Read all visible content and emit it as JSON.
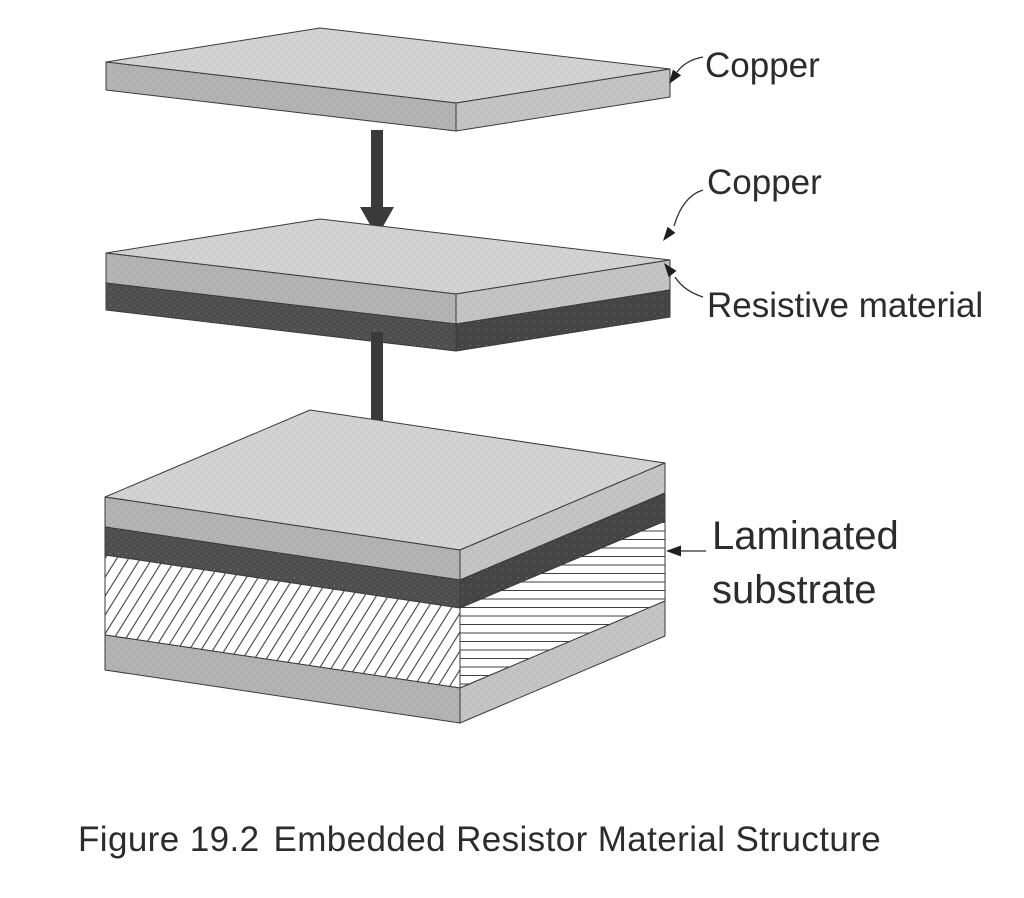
{
  "figure": {
    "labels": {
      "copper_top": "Copper",
      "copper_middle": "Copper",
      "resistive_material": "Resistive material",
      "laminated_line1": "Laminated",
      "laminated_line2": "substrate"
    },
    "caption": {
      "figure_number": "Figure 19.2",
      "title": "Embedded Resistor Material Structure"
    },
    "colors": {
      "background": "#ffffff",
      "slab_top": "#d2d2d2",
      "slab_front": "#b2b2b2",
      "slab_side": "#c3c3c3",
      "resistive_front": "#4f4f4f",
      "resistive_side": "#454545",
      "hatch_fill": "#ffffff",
      "outline": "#3a3a3a",
      "arrow": "#3a3a3a",
      "text": "#2c2c2c"
    }
  }
}
